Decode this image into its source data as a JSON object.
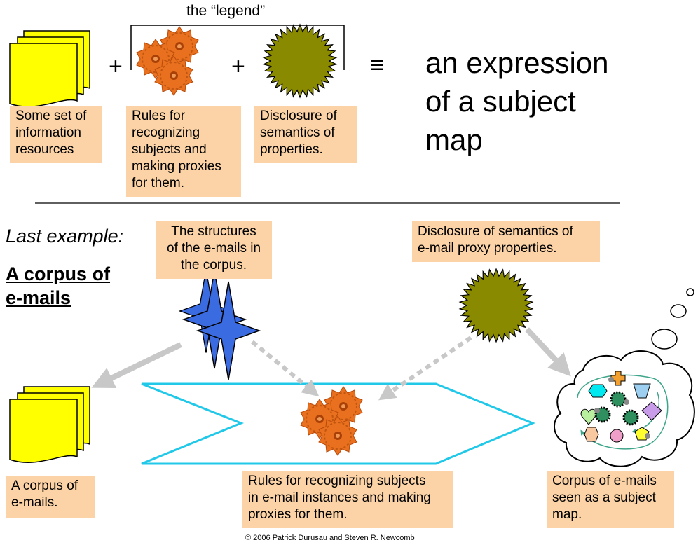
{
  "top": {
    "legend_title": "the “legend”",
    "plus": "+",
    "equiv": "≡",
    "result_line1": "an expression",
    "result_line2": "of a subject",
    "result_line3": "map",
    "box_resources": [
      "Some set of",
      "information",
      "resources"
    ],
    "box_rules": [
      "Rules for",
      "recognizing",
      "subjects and",
      "making  proxies",
      "for them."
    ],
    "box_disclosure": [
      "Disclosure of",
      "semantics of",
      "properties."
    ]
  },
  "bottom": {
    "last_example": "Last example:",
    "heading_line1": "A corpus of",
    "heading_line2": "e-mails",
    "box_structures": [
      "The structures",
      "of the e-mails in",
      "the corpus."
    ],
    "box_disclosure": [
      "Disclosure of semantics of",
      "e-mail proxy properties."
    ],
    "box_corpus": [
      "A corpus of",
      "e-mails."
    ],
    "box_rules": [
      "Rules for recognizing subjects",
      "in e-mail instances and making",
      "proxies for them."
    ],
    "box_map": [
      "Corpus of e-mails",
      "seen as a subject",
      "map."
    ]
  },
  "footer": {
    "copyright": "© 2006 Patrick Durusau and Steven R. Newcomb"
  },
  "colors": {
    "doc_yellow": "#ffff00",
    "gear_orange": "#e8701e",
    "sun_olive": "#8a8a00",
    "box_peach": "#fcd3a6",
    "star_blue": "#3a6be0",
    "platform_cyan": "#22c8e8",
    "arrow_gray": "#c8c8c8"
  }
}
